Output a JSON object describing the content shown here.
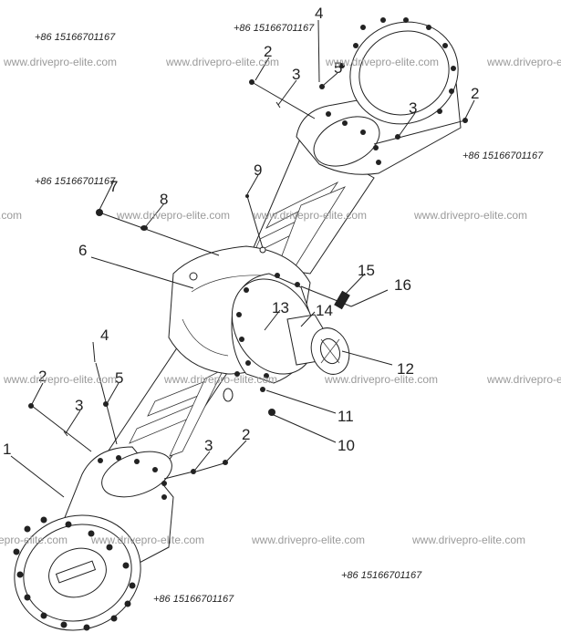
{
  "diagram": {
    "callouts": [
      "1",
      "2",
      "3",
      "4",
      "5",
      "6",
      "7",
      "8",
      "9",
      "10",
      "11",
      "12",
      "13",
      "14",
      "15",
      "16"
    ],
    "watermark_text": "www.drivepro-elite.com",
    "phone_text": "+86 15166701167"
  }
}
